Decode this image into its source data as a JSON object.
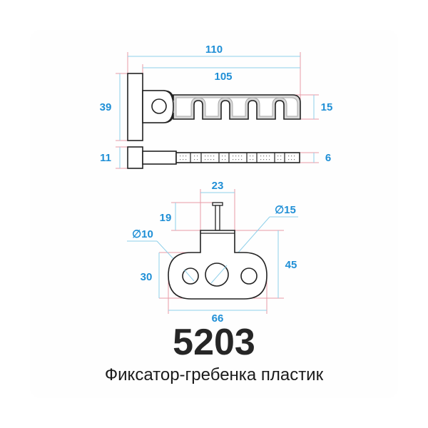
{
  "product": {
    "model_number": "5203",
    "description": "Фиксатор-гребенка пластик"
  },
  "colors": {
    "dimension_text": "#1f8fd6",
    "dimension_line": "#8fd0ea",
    "extension_line": "#e89aa6",
    "outline": "#222222"
  },
  "top_view": {
    "dimensions": {
      "overall_length": "110",
      "arm_length": "105",
      "base_height": "39",
      "arm_height": "15"
    },
    "notch_count": 4
  },
  "side_view": {
    "dimensions": {
      "base_thickness": "11",
      "arm_thickness": "6"
    }
  },
  "front_view": {
    "dimensions": {
      "neck_width": "23",
      "pin_height": "19",
      "small_hole_diameter": "∅10",
      "large_hole_diameter": "∅15",
      "body_height": "30",
      "total_height": "45",
      "body_width": "66"
    }
  }
}
